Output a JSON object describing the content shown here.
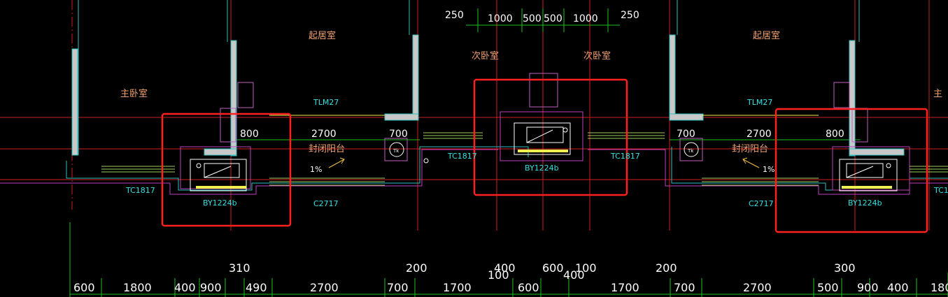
{
  "colors": {
    "background": "#000000",
    "axis_red": "#e02020",
    "wall_fill": "#c8c8c8",
    "wall_edge": "#30c0c0",
    "dim_green": "#20d020",
    "magenta": "#c040c0",
    "highlight_box": "#ff2020",
    "room_text": "#f0a070",
    "cyan_text": "#33e0e0",
    "dim_text": "#ffffff",
    "yellow": "#f0f050"
  },
  "rooms": {
    "living_left": "起居室",
    "living_right": "起居室",
    "master_left": "主卧室",
    "master_right": "主",
    "second_left": "次卧室",
    "second_right": "次卧室",
    "balcony_left": "封闭阳台",
    "balcony_right": "封闭阳台"
  },
  "labels": {
    "tlm_left": "TLM27",
    "tlm_right": "TLM27",
    "tc_left": "TC1817",
    "tc_center_left": "TC1817",
    "tc_center_right": "TC1817",
    "tc_right": "TC1",
    "c_left": "C2717",
    "c_right": "C2717",
    "by_left": "BY1224b",
    "by_center": "BY1224b",
    "by_right": "BY1224b",
    "slope_left": "1%",
    "slope_right": "1%",
    "fan_left": "Tk",
    "fan_right": "Tk"
  },
  "top_dims": {
    "d250_left": "250",
    "d1000_left": "1000",
    "d500_left": "500",
    "d500_right": "500",
    "d1000_right": "1000",
    "d250_right": "250"
  },
  "mid_dims": {
    "d800_left": "800",
    "d2700_left": "2700",
    "d700_left": "700",
    "d700_right": "700",
    "d2700_right": "2700",
    "d800_right": "800"
  },
  "lower_dims": {
    "d310": "310",
    "d200_left": "200",
    "d400_a": "400",
    "d100_a": "100",
    "d600_mid": "600",
    "d100_b": "100",
    "d400_b": "400",
    "d200_right": "200",
    "d300": "300"
  },
  "bottom_dims": [
    "600",
    "1800",
    "400",
    "900",
    "490",
    "2700",
    "700",
    "1700",
    "600",
    "1700",
    "700",
    "2700",
    "500",
    "900",
    "400",
    "180"
  ]
}
